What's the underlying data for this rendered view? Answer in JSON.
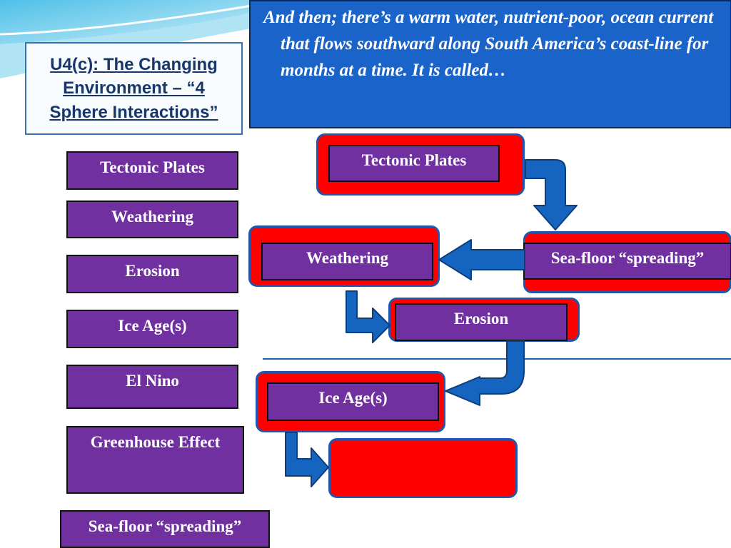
{
  "title": {
    "lines": [
      "U4(c): The Changing",
      "Environment – “4",
      "Sphere Interactions”"
    ]
  },
  "question": {
    "text": "And then; there’s a warm water, nutrient-poor, ocean current that flows southward along South America’s coast-line for months  at a time. It is called…"
  },
  "options": [
    "Tectonic Plates",
    "Weathering",
    "Erosion",
    "Ice Age(s)",
    "El Nino",
    "Greenhouse Effect",
    "Sea-floor “spreading”"
  ],
  "flow": {
    "steps": [
      "Tectonic Plates",
      "Sea-floor “spreading”",
      "Weathering",
      "Erosion",
      "Ice Age(s)"
    ],
    "answer_slot": ""
  },
  "colors": {
    "title_text": "#17376b",
    "question_bg": "#1a63c9",
    "option_bg": "#7030a0",
    "frame_red": "#ff0000",
    "frame_border": "#1f56b0",
    "arrow_blue": "#1565c0"
  }
}
